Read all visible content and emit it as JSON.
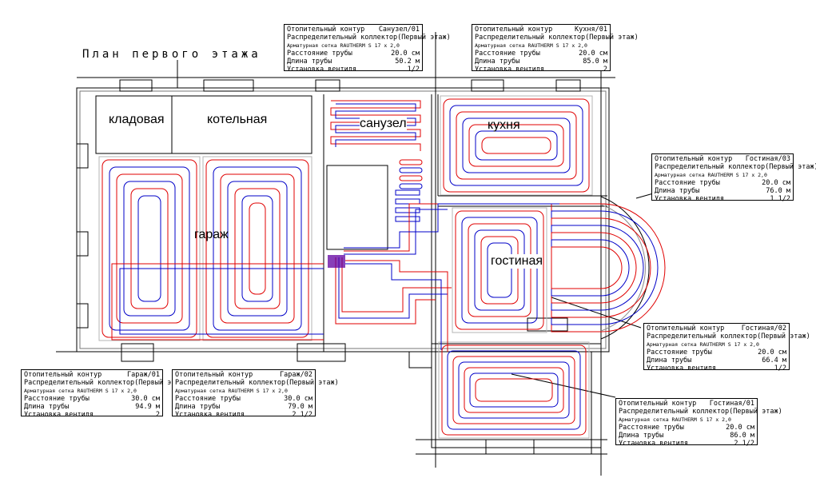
{
  "title": "План первого этажа",
  "rooms": {
    "storage": "кладовая",
    "boiler": "котельная",
    "bathroom": "санузел",
    "kitchen": "кухня",
    "garage": "гараж",
    "living": "гостиная"
  },
  "colors": {
    "supply": "#e00000",
    "return": "#0000c8",
    "wall": "#000000",
    "outline": "#b4b4b4"
  },
  "circuits": [
    {
      "id": "sanuzel01",
      "name_label": "Отопительный контур",
      "name": "Санузел/01",
      "manifold_label": "Распределительный коллектор",
      "manifold": "(Первый этаж)",
      "mesh": "Арматурная сетка RAUTHERM S 17 x 2,0",
      "spacing_label": "Расстояние трубы",
      "spacing": "20.0 см",
      "length_label": "Длина трубы",
      "length": "50.2 м",
      "valve_label": "Установка вентиля",
      "valve": "1/2"
    },
    {
      "id": "kuhnya01",
      "name_label": "Отопительный контур",
      "name": "Кухня/01",
      "manifold_label": "Распределительный коллектор",
      "manifold": "(Первый этаж)",
      "mesh": "Арматурная сетка RAUTHERM S 17 x 2,0",
      "spacing_label": "Расстояние трубы",
      "spacing": "20.0 см",
      "length_label": "Длина трубы",
      "length": "85.0 м",
      "valve_label": "Установка вентиля",
      "valve": "2"
    },
    {
      "id": "gostinaya03",
      "name_label": "Отопительный контур",
      "name": "Гостиная/03",
      "manifold_label": "Распределительный коллектор",
      "manifold": "(Первый этаж)",
      "mesh": "Арматурная сетка RAUTHERM S 17 x 2,0",
      "spacing_label": "Расстояние трубы",
      "spacing": "20.0 см",
      "length_label": "Длина трубы",
      "length": "76.0 м",
      "valve_label": "Установка вентиля",
      "valve": "1 1/2"
    },
    {
      "id": "gostinaya02",
      "name_label": "Отопительный контур",
      "name": "Гостиная/02",
      "manifold_label": "Распределительный коллектор",
      "manifold": "(Первый этаж)",
      "mesh": "Арматурная сетка RAUTHERM S 17 x 2,0",
      "spacing_label": "Расстояние трубы",
      "spacing": "20.0 см",
      "length_label": "Длина трубы",
      "length": "66.4 м",
      "valve_label": "Установка вентиля",
      "valve": "1/2"
    },
    {
      "id": "garazh01",
      "name_label": "Отопительный контур",
      "name": "Гараж/01",
      "manifold_label": "Распределительный коллектор",
      "manifold": "(Первый этаж)",
      "mesh": "Арматурная сетка RAUTHERM S 17 x 2,0",
      "spacing_label": "Расстояние трубы",
      "spacing": "30.0 см",
      "length_label": "Длина трубы",
      "length": "94.9 м",
      "valve_label": "Установка вентиля",
      "valve": "2"
    },
    {
      "id": "garazh02",
      "name_label": "Отопительный контур",
      "name": "Гараж/02",
      "manifold_label": "Распределительный коллектор",
      "manifold": "(Первый этаж)",
      "mesh": "Арматурная сетка RAUTHERM S 17 x 2,0",
      "spacing_label": "Расстояние трубы",
      "spacing": "30.0 см",
      "length_label": "Длина трубы",
      "length": "79.0 м",
      "valve_label": "Установка вентиля",
      "valve": "2 1/2"
    },
    {
      "id": "gostinaya01",
      "name_label": "Отопительный контур",
      "name": "Гостиная/01",
      "manifold_label": "Распределительный коллектор",
      "manifold": "(Первый этаж)",
      "mesh": "Арматурная сетка RAUTHERM S 17 x 2,0",
      "spacing_label": "Расстояние трубы",
      "spacing": "20.0 см",
      "length_label": "Длина трубы",
      "length": "86.0 м",
      "valve_label": "Установка вентиля",
      "valve": "2 1/2"
    }
  ]
}
